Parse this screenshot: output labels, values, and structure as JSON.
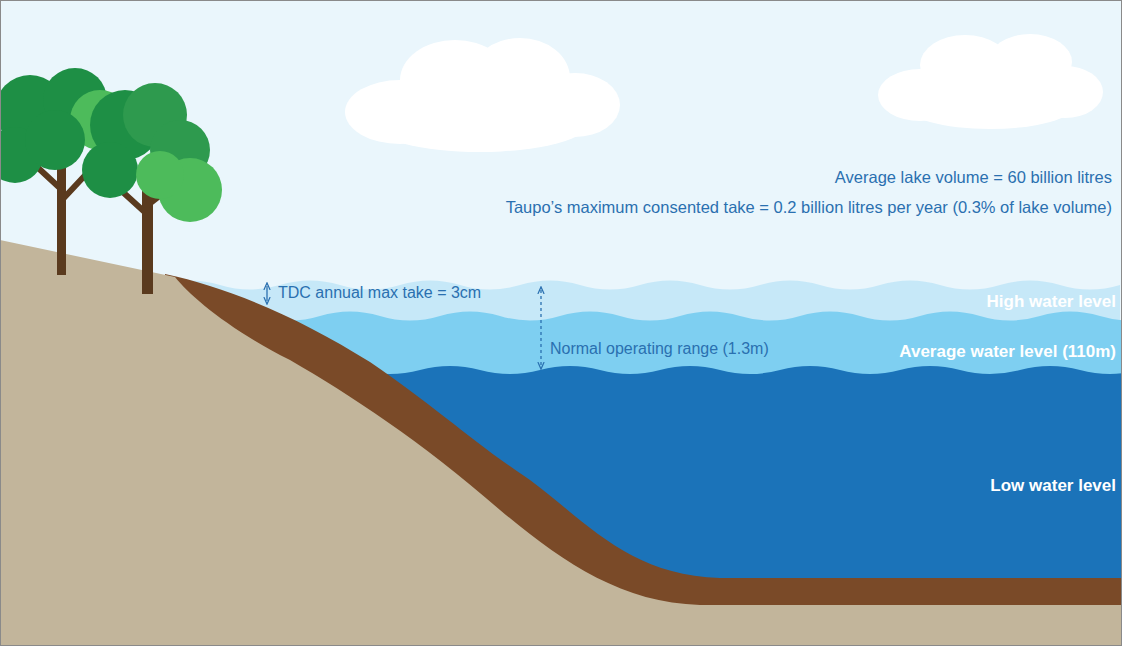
{
  "diagram": {
    "labels": [
      "Average lake volume = 60 billion litres",
      "Taupo’s maximum consented take = 0.2 billion litres per year (0.3% of lake volume)",
      "TDC annual max take = 3cm",
      "Normal operating range (1.3m)",
      "High water level",
      "Average water level (110m)",
      "Low water level"
    ]
  }
}
